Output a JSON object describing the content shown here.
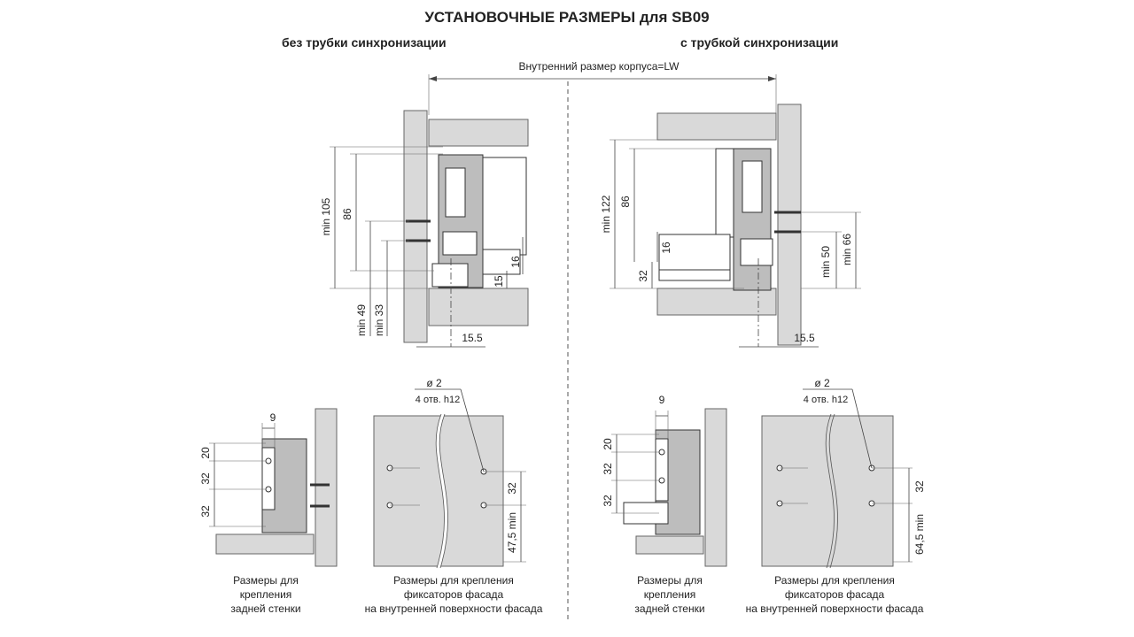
{
  "title": "УСТАНОВОЧНЫЕ РАЗМЕРЫ для SB09",
  "left_subtitle": "без трубки синхронизации",
  "right_subtitle": "с трубкой синхронизации",
  "top_dimension": "Внутренний размер корпуса=LW",
  "left_top_dims": {
    "min105": "min 105",
    "d86": "86",
    "min49": "min 49",
    "min33": "min 33",
    "d16": "16",
    "d15": "15",
    "d155": "15.5"
  },
  "right_top_dims": {
    "min122": "min 122",
    "d86": "86",
    "d16": "16",
    "d32": "32",
    "min50": "min 50",
    "min66": "min 66",
    "d155": "15.5"
  },
  "left_back_dims": {
    "d9": "9",
    "d20": "20",
    "d32a": "32",
    "d32b": "32"
  },
  "right_back_dims": {
    "d9": "9",
    "d20": "20",
    "d32a": "32",
    "d32b": "32"
  },
  "left_front_dims": {
    "dia": "ø 2",
    "holes": "4 отв. h12",
    "d32": "32",
    "min": "47,5 min"
  },
  "right_front_dims": {
    "dia": "ø 2",
    "holes": "4 отв. h12",
    "d32": "32",
    "min": "64,5 min"
  },
  "captions": {
    "back_line1": "Размеры для",
    "back_line2": "крепления",
    "back_line3": "задней стенки",
    "front_line1": "Размеры для крепления",
    "front_line2": "фиксаторов фасада",
    "front_line3": "на внутренней поверхности фасада"
  }
}
